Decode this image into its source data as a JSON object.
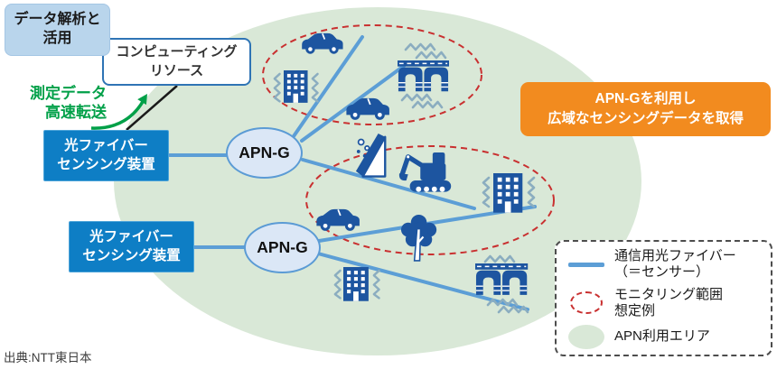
{
  "boxes": {
    "data_analysis": {
      "line1": "データ解析と",
      "line2": "活用"
    },
    "computing": {
      "line1": "コンピューティング",
      "line2": "リソース"
    },
    "fiber_device_1": {
      "line1": "光ファイバー",
      "line2": "センシング装置"
    },
    "fiber_device_2": {
      "line1": "光ファイバー",
      "line2": "センシング装置"
    }
  },
  "labels": {
    "transfer": {
      "line1": "測定データ",
      "line2": "高速転送"
    },
    "apn_g_1": "APN-G",
    "apn_g_2": "APN-G",
    "callout": {
      "line1": "APN-Gを利用し",
      "line2": "広域なセンシングデータを取得"
    },
    "source": "出典:NTT東日本"
  },
  "legend": {
    "items": [
      {
        "swatch": "fiber-line",
        "line1": "通信用光ファイバー",
        "line2": "（＝センサー）"
      },
      {
        "swatch": "monitoring-range",
        "line1": "モニタリング範囲",
        "line2": "想定例"
      },
      {
        "swatch": "apn-area",
        "line1": "APN利用エリア",
        "line2": ""
      }
    ]
  },
  "icons": [
    "car-icon",
    "building-icon",
    "bridge-icon",
    "landslide-icon",
    "excavator-icon",
    "tree-icon",
    "vibration-mark-icon"
  ],
  "colors": {
    "apn_area_green": "#d9e8d7",
    "fiber_line_blue": "#5c9ed6",
    "monitoring_red": "#c93030",
    "device_box_blue": "#0e7ec5",
    "apn_node_fill": "#dbe7f6",
    "apn_node_border": "#5b9bd5",
    "callout_orange": "#f28b1f",
    "transfer_green": "#00a048",
    "icon_blue": "#1d55a0",
    "vibration_gray_blue": "#8badc0"
  }
}
